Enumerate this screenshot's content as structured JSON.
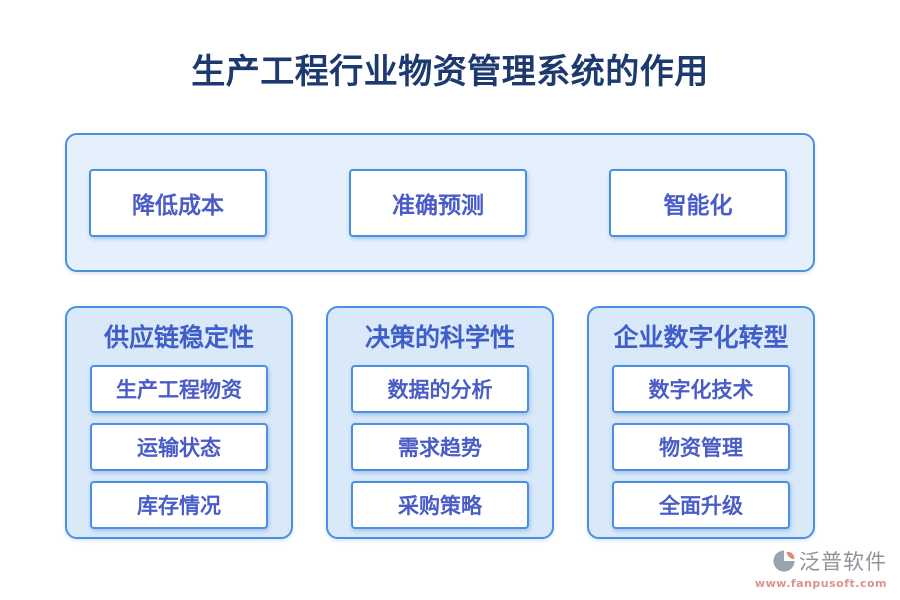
{
  "page": {
    "title": "生产工程行业物资管理系统的作用"
  },
  "top_panel": {
    "buttons": [
      {
        "label": "降低成本"
      },
      {
        "label": "准确预测"
      },
      {
        "label": "智能化"
      }
    ]
  },
  "columns": [
    {
      "heading": "供应链稳定性",
      "items": [
        {
          "label": "生产工程物资"
        },
        {
          "label": "运输状态"
        },
        {
          "label": "库存情况"
        }
      ]
    },
    {
      "heading": "决策的科学性",
      "items": [
        {
          "label": "数据的分析"
        },
        {
          "label": "需求趋势"
        },
        {
          "label": "采购策略"
        }
      ]
    },
    {
      "heading": "企业数字化转型",
      "items": [
        {
          "label": "数字化技术"
        },
        {
          "label": "物资管理"
        },
        {
          "label": "全面升级"
        }
      ]
    }
  ],
  "footer": {
    "logo_icon": "fanpu-logo-icon",
    "brand_name": "泛普软件",
    "website": "www.fanpusoft.com"
  },
  "colors": {
    "panel_border": "#4a90e2",
    "top_panel_bg": "#e5f0fc",
    "column_panel_bg": "#d9e9f9",
    "box_bg": "#ffffff",
    "title_text": "#1d3a70",
    "box_text": "#4a5cc8",
    "heading_text": "#3f5ec9",
    "brand_text": "#90929c",
    "website_text": "#db928c",
    "logo_gray": "#9aa3b0",
    "logo_accent": "#dd8a70"
  }
}
